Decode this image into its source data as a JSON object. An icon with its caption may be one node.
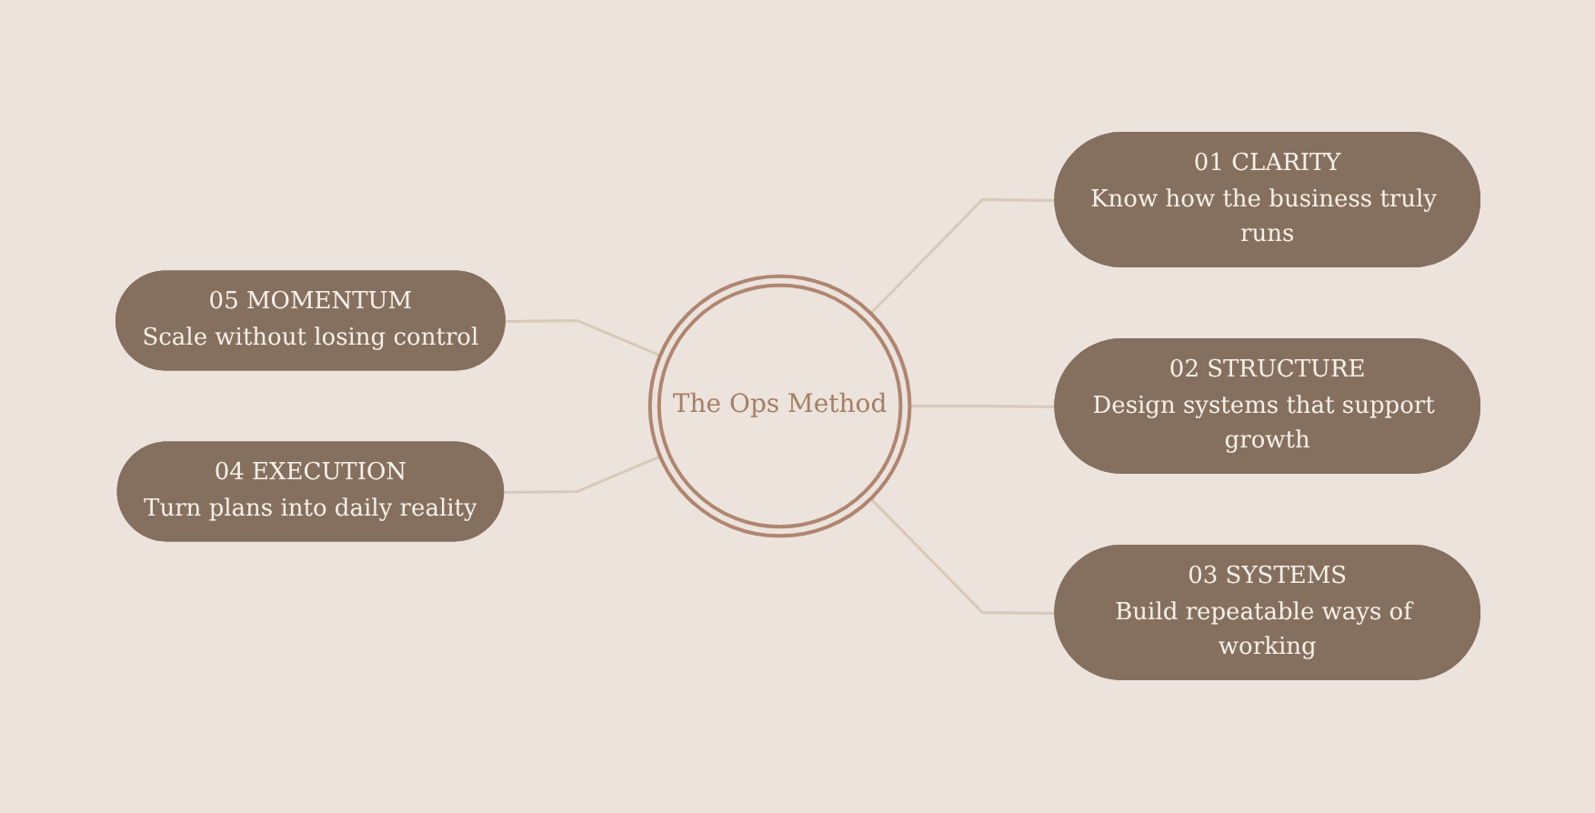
{
  "diagram": {
    "nodes": [
      {
        "text": [
          "01 CLARITY",
          "Know how the business truly runs"
        ]
      },
      {
        "text": [
          "05 MOMENTUM",
          "Scale without losing control"
        ]
      },
      {
        "text": [
          "02 STRUCTURE",
          "Design systems that support growth"
        ]
      },
      {
        "text": [
          "The Ops Method"
        ]
      },
      {
        "text": [
          "04 EXECUTION",
          "Turn plans into daily reality"
        ]
      },
      {
        "text": [
          "03 SYSTEMS",
          "Build repeatable ways of working"
        ]
      }
    ],
    "edges": [
      {
        "from": 1,
        "to": 3,
        "arrow": "none"
      },
      {
        "from": 4,
        "to": 3,
        "arrow": "none"
      },
      {
        "from": 3,
        "to": 0,
        "arrow": "none"
      },
      {
        "from": 3,
        "to": 2,
        "arrow": "none"
      },
      {
        "from": 3,
        "to": 5,
        "arrow": "none"
      }
    ]
  }
}
